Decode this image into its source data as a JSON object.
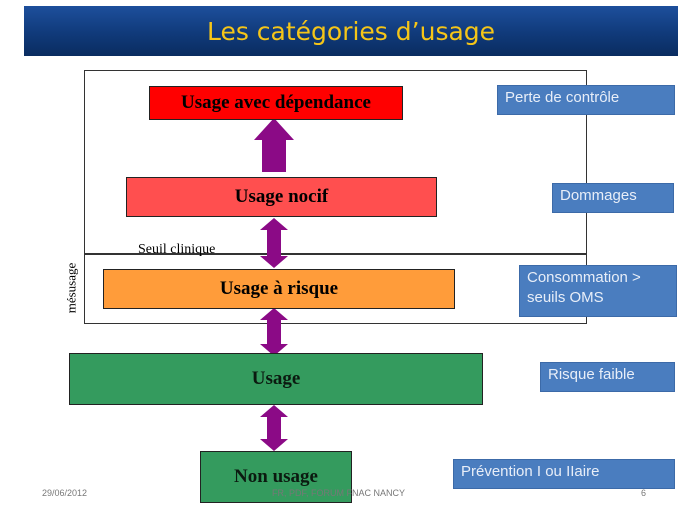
{
  "slide": {
    "title": "Les catégories d’usage",
    "footer_date": "29/06/2012",
    "footer_center": "FR, PDF, FORUM FNAC NANCY",
    "page_number": "6"
  },
  "diagram": {
    "threshold_label": "Seuil clinique",
    "misuse_label": "mésusage",
    "levels": [
      {
        "label": "Usage avec dépendance",
        "color": "#ff0000"
      },
      {
        "label": "Usage nocif",
        "color": "#ff4f4f"
      },
      {
        "label": "Usage à risque",
        "color": "#ff9c3a"
      },
      {
        "label": "Usage",
        "color": "#349b5e"
      },
      {
        "label": "Non usage",
        "color": "#349b5e"
      }
    ],
    "side_labels": [
      "Perte de contrôle",
      "Dommages",
      "Consommation > seuils OMS",
      "Risque faible",
      "Prévention I ou IIaire"
    ],
    "arrow_color": "#8b0a86"
  }
}
